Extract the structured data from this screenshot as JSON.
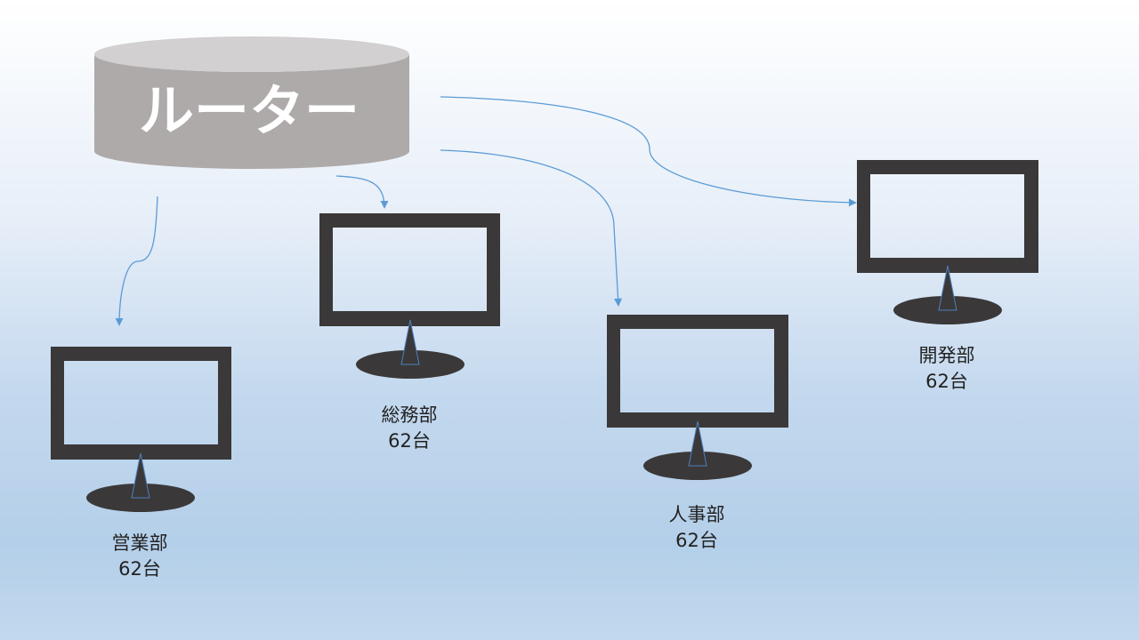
{
  "router": {
    "label": "ルーター"
  },
  "departments": [
    {
      "name": "営業部",
      "count": "62台"
    },
    {
      "name": "総務部",
      "count": "62台"
    },
    {
      "name": "人事部",
      "count": "62台"
    },
    {
      "name": "開発部",
      "count": "62台"
    }
  ],
  "colors": {
    "router_body": "#aeaaa9",
    "router_top": "#d2d0d0",
    "monitor_frame": "#3a3838",
    "connector": "#5b9bd5"
  }
}
